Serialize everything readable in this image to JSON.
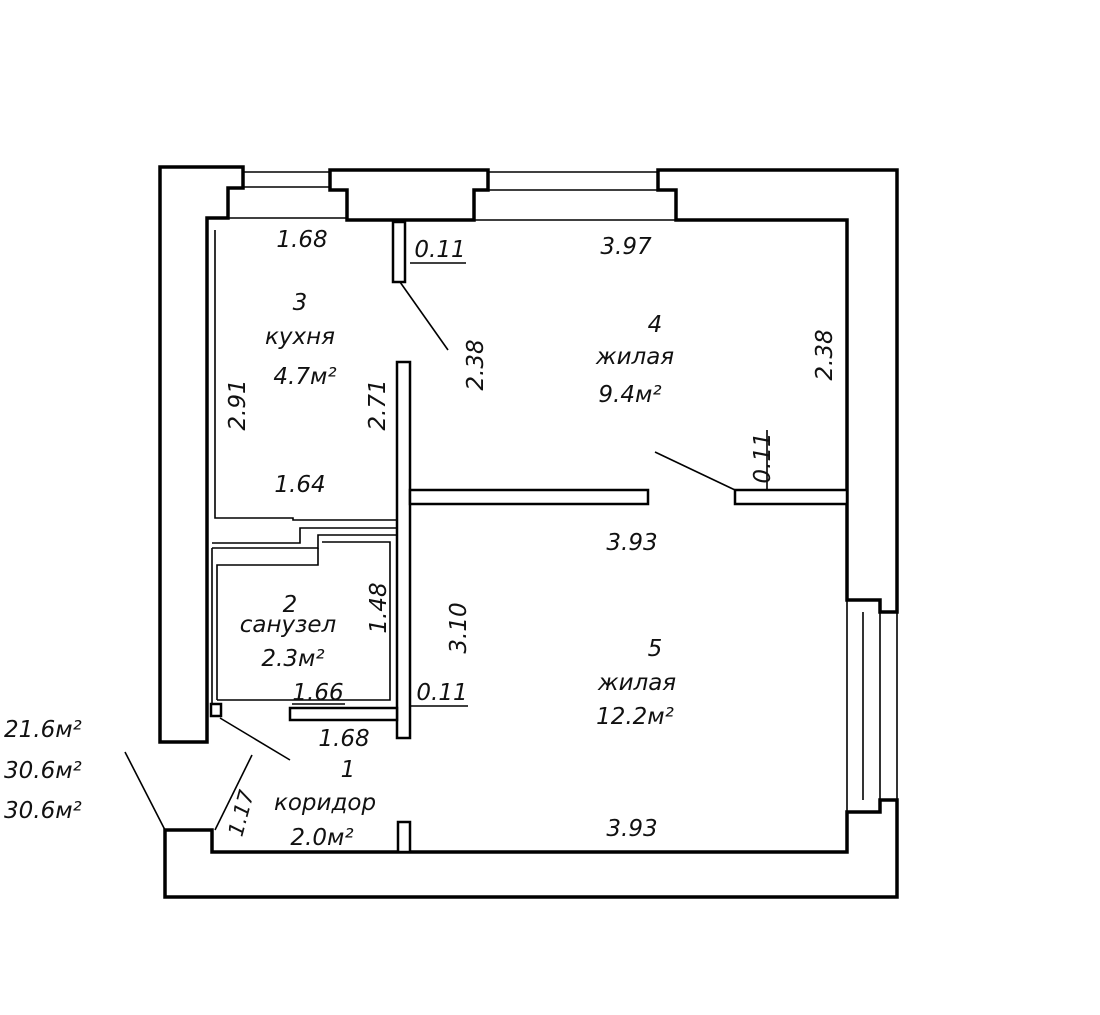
{
  "rooms": [
    {
      "number": "1",
      "name": "коридор",
      "area": "2.0м²"
    },
    {
      "number": "2",
      "name": "санузел",
      "area": "2.3м²"
    },
    {
      "number": "3",
      "name": "кухня",
      "area": "4.7м²"
    },
    {
      "number": "4",
      "name": "жилая",
      "area": "9.4м²"
    },
    {
      "number": "5",
      "name": "жилая",
      "area": "12.2м²"
    }
  ],
  "dimensions": {
    "kitchen_top": "1.68",
    "wall_top": "0.11",
    "room4_top": "3.97",
    "room4_left": "2.38",
    "room4_right": "2.38",
    "kitchen_left": "2.91",
    "kitchen_right": "2.71",
    "kitchen_bottom": "1.64",
    "wall_mid": "0.11",
    "room5_top": "3.93",
    "bath_right": "1.48",
    "room5_left": "3.10",
    "bath_bottom": "1.66",
    "wall_bath": "0.11",
    "corridor_top": "1.68",
    "corridor_left": "1.17",
    "room5_bottom": "3.93"
  },
  "totals": [
    "21.6м²",
    "30.6м²",
    "30.6м²"
  ]
}
